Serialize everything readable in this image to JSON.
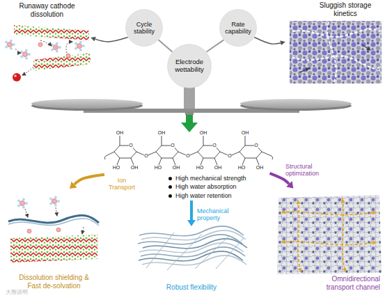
{
  "diagram": {
    "nodes": [
      {
        "text": [
          "Runaway cathode dissolution"
        ]
      },
      {
        "text": [
          "Cycle stability"
        ]
      },
      {
        "text": [
          "Rate capability"
        ]
      },
      {
        "text": [
          "Electrode wettability"
        ]
      },
      {
        "text": [
          "Sluggish storage kinetics"
        ]
      },
      {
        "text": [
          "High mechanical strength",
          "High water absorption",
          "High water retention"
        ]
      },
      {
        "text": [
          "Dissolution shielding & Fast de-solvation"
        ]
      },
      {
        "text": [
          "Robust flexibility"
        ]
      },
      {
        "text": [
          "Omnidirectional transport channel"
        ]
      }
    ],
    "edges": [
      {
        "from": 1,
        "to": 0,
        "arrow": "to"
      },
      {
        "from": 2,
        "to": 4,
        "arrow": "to"
      },
      {
        "from": 3,
        "to": 1,
        "arrow": "none"
      },
      {
        "from": 3,
        "to": 2,
        "arrow": "none"
      },
      {
        "from": 3,
        "to": 5,
        "arrow": "to"
      },
      {
        "from": 5,
        "to": 6,
        "label": "Ion Transport",
        "arrow": "to"
      },
      {
        "from": 5,
        "to": 7,
        "label": "Mechanical property",
        "arrow": "to"
      },
      {
        "from": 5,
        "to": 8,
        "label": "Structural optimization",
        "arrow": "to"
      }
    ],
    "labels": [
      "O",
      "OH",
      "HO",
      "OH",
      "O",
      "OH",
      "HO",
      "OH",
      "O",
      "OH",
      "HO",
      "OH",
      "O",
      "OH",
      "HO",
      "OH",
      "O",
      "O",
      "O",
      "大熊说明"
    ]
  }
}
